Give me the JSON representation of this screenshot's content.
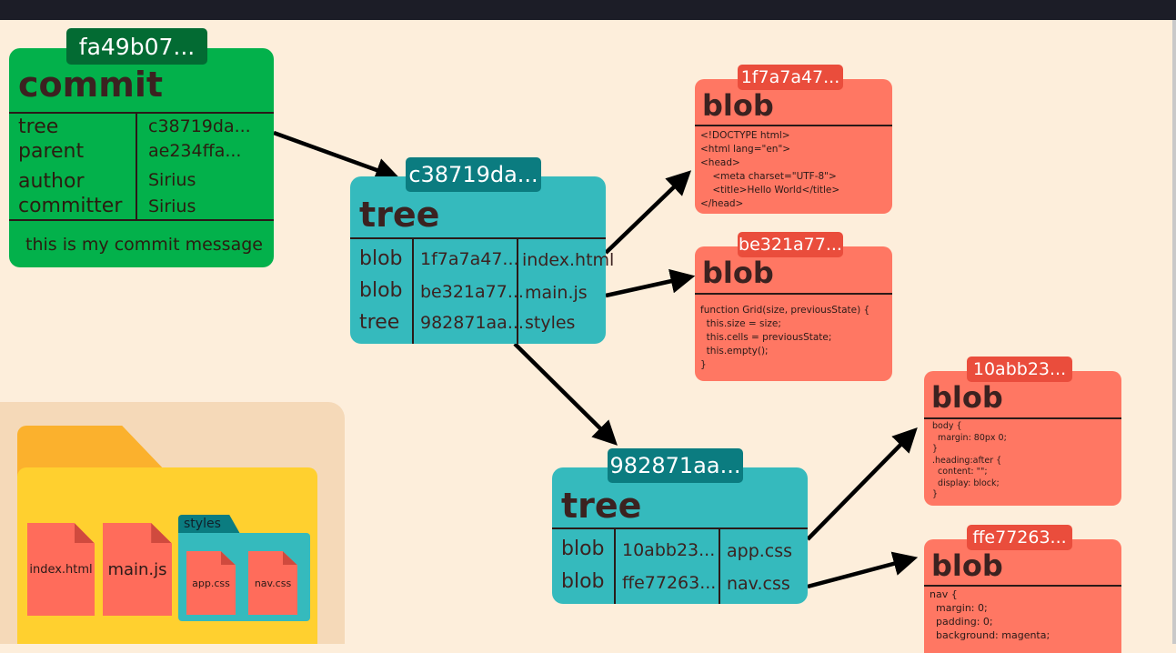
{
  "commit": {
    "hash": "fa49b07...",
    "title": "commit",
    "rows": [
      {
        "key": "tree",
        "value": "c38719da..."
      },
      {
        "key": "parent",
        "value": "ae234ffa..."
      },
      {
        "key": "author",
        "value": "Sirius"
      },
      {
        "key": "committer",
        "value": "Sirius"
      }
    ],
    "message": "this is my commit message"
  },
  "tree_root": {
    "hash": "c38719da...",
    "title": "tree",
    "rows": [
      {
        "type": "blob",
        "hash": "1f7a7a47...",
        "name": "index.html"
      },
      {
        "type": "blob",
        "hash": "be321a77...",
        "name": "main.js"
      },
      {
        "type": "tree",
        "hash": "982871aa...",
        "name": "styles"
      }
    ]
  },
  "tree_styles": {
    "hash": "982871aa...",
    "title": "tree",
    "rows": [
      {
        "type": "blob",
        "hash": "10abb23...",
        "name": "app.css"
      },
      {
        "type": "blob",
        "hash": "ffe77263...",
        "name": "nav.css"
      }
    ]
  },
  "blobs": [
    {
      "hash": "1f7a7a47...",
      "title": "blob",
      "content": "<!DOCTYPE html>\n<html lang=\"en\">\n<head>\n    <meta charset=\"UTF-8\">\n    <title>Hello World</title>\n</head>"
    },
    {
      "hash": "be321a77...",
      "title": "blob",
      "content": "function Grid(size, previousState) {\n  this.size = size;\n  this.cells = previousState;\n  this.empty();\n}"
    },
    {
      "hash": "10abb23...",
      "title": "blob",
      "content": " body {\n   margin: 80px 0;\n }\n .heading:after {\n   content: \"\";\n   display: block;\n }"
    },
    {
      "hash": "ffe77263...",
      "title": "blob",
      "content": "nav {\n  margin: 0;\n  padding: 0;\n  background: magenta;"
    }
  ],
  "folder": {
    "files": [
      "index.html",
      "main.js"
    ],
    "subfolder": {
      "name": "styles",
      "files": [
        "app.css",
        "nav.css"
      ]
    }
  },
  "colors": {
    "commit": "#03b14b",
    "commit_tag": "#036b33",
    "tree": "#35babd",
    "tree_tag": "#0b7c80",
    "blob": "#ff7763",
    "blob_tag": "#ea4d3c",
    "background": "#fdeedb"
  }
}
